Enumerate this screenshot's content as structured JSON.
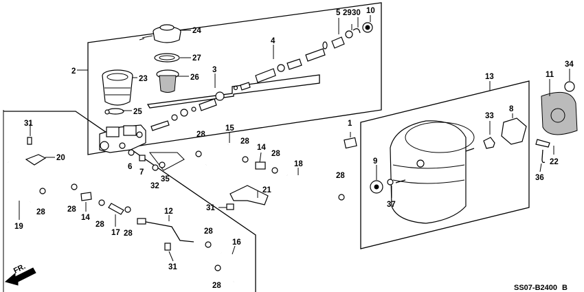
{
  "callouts": [
    "2",
    "3",
    "4",
    "5",
    "6",
    "7",
    "8",
    "9",
    "10",
    "11",
    "12",
    "13",
    "14",
    "15",
    "16",
    "17",
    "18",
    "19",
    "20",
    "21",
    "22",
    "23",
    "24",
    "25",
    "26",
    "27",
    "28",
    "29",
    "30",
    "31",
    "32",
    "33",
    "34",
    "35",
    "36",
    "37",
    "1"
  ],
  "direction_label": "FR.",
  "diagram_code": "SS07-B2400",
  "diagram_code_suffix": "B"
}
